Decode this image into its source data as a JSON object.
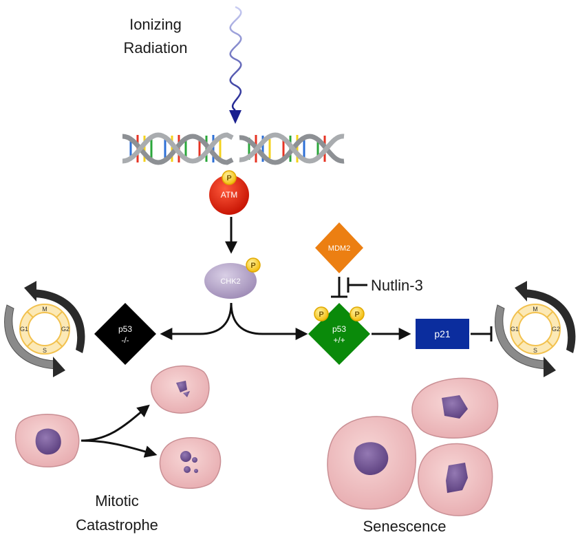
{
  "labels": {
    "stimulus_line1": "Ionizing",
    "stimulus_line2": "Radiation",
    "inhibitor": "Nutlin-3",
    "outcome_left_line1": "Mitotic",
    "outcome_left_line2": "Catastrophe",
    "outcome_right": "Senescence"
  },
  "nodes": {
    "atm": "ATM",
    "chk2": "CHK2",
    "mdm2": "MDM2",
    "p53_null_line1": "p53",
    "p53_null_line2": "-/-",
    "p53_wt_line1": "p53",
    "p53_wt_line2": "+/+",
    "p21": "p21",
    "phospho": "P"
  },
  "cell_cycle": {
    "phases": [
      "M",
      "G2",
      "S",
      "G1"
    ]
  },
  "colors": {
    "atm": "#e8200c",
    "chk2": "#b8a8cc",
    "mdm2": "#ec7f12",
    "p53_null": "#000000",
    "p53_wt": "#0a8a0a",
    "p21": "#0b2d9e",
    "phospho": "#ffd21f",
    "cell": "#f2c4c4",
    "nucleus": "#7b5a98"
  }
}
